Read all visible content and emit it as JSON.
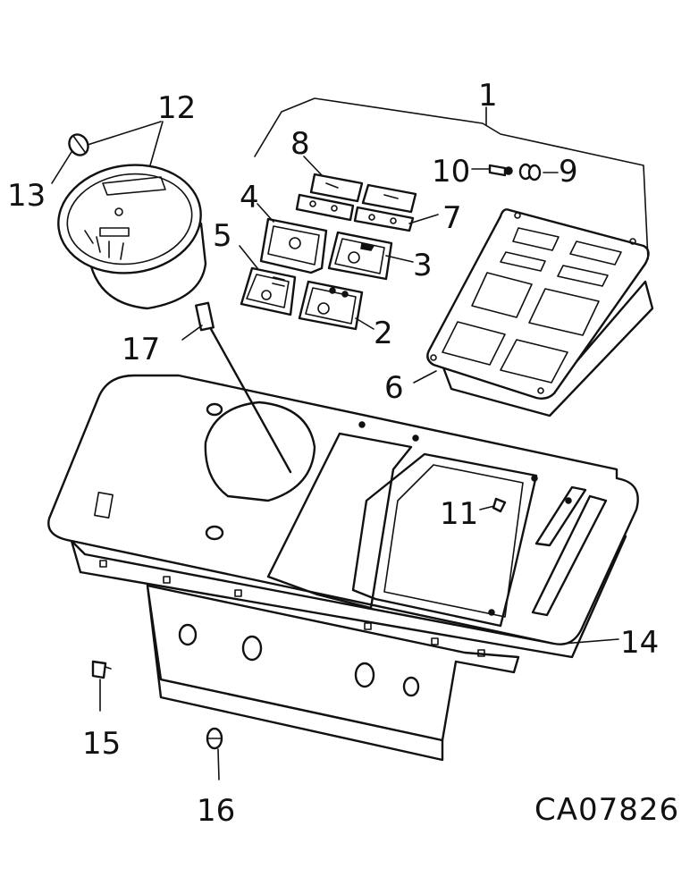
{
  "callouts": {
    "c1": "1",
    "c2": "2",
    "c3": "3",
    "c4": "4",
    "c5": "5",
    "c6": "6",
    "c7": "7",
    "c8": "8",
    "c9": "9",
    "c10": "10",
    "c11": "11",
    "c12": "12",
    "c13": "13",
    "c14": "14",
    "c15": "15",
    "c16": "16",
    "c17": "17"
  },
  "drawing_number": "CA07826"
}
